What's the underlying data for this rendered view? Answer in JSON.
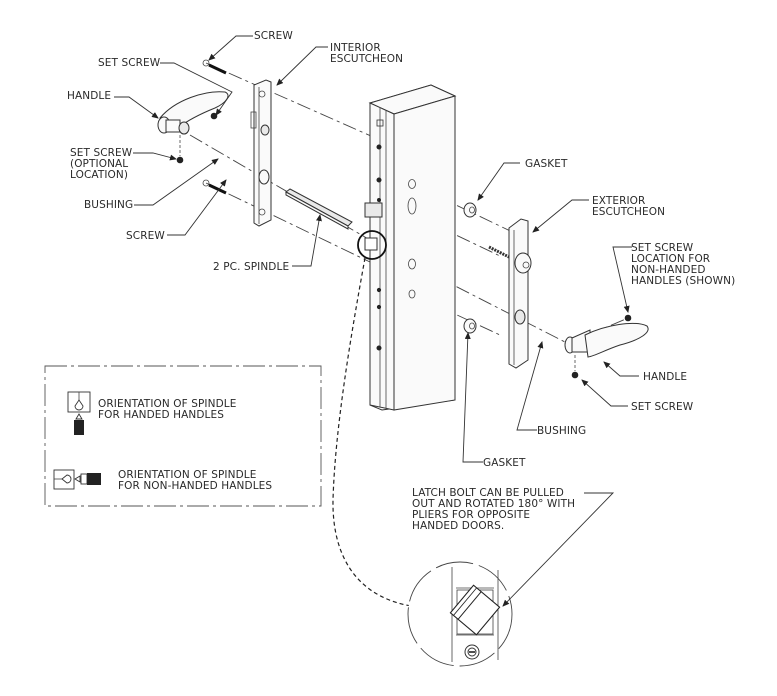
{
  "diagram": {
    "title": "Lever handle and escutcheon installation exploded view",
    "labels": {
      "screw_top": "SCREW",
      "interior_escutcheon": [
        "INTERIOR",
        "ESCUTCHEON"
      ],
      "set_screw_top": "SET SCREW",
      "handle_left": "HANDLE",
      "set_screw_optional": [
        "SET SCREW",
        "(OPTIONAL",
        "LOCATION)"
      ],
      "bushing_left": "BUSHING",
      "screw_bottom": "SCREW",
      "spindle": "2 PC. SPINDLE",
      "gasket_top": "GASKET",
      "exterior_escutcheon": [
        "EXTERIOR",
        "ESCUTCHEON"
      ],
      "set_screw_non_handed": [
        "SET SCREW",
        "LOCATION FOR",
        "NON-HANDED",
        "HANDLES (SHOWN)"
      ],
      "handle_right": "HANDLE",
      "set_screw_right": "SET SCREW",
      "bushing_right": "BUSHING",
      "gasket_bottom": "GASKET"
    },
    "legend": {
      "handed": [
        "ORIENTATION OF SPINDLE",
        "FOR HANDED HANDLES"
      ],
      "non_handed": [
        "ORIENTATION OF SPINDLE",
        "FOR NON-HANDED HANDLES"
      ]
    },
    "detail_note": [
      "LATCH BOLT CAN BE PULLED",
      "OUT AND ROTATED 180° WITH",
      "PLIERS FOR OPPOSITE",
      "HANDED DOORS."
    ]
  }
}
